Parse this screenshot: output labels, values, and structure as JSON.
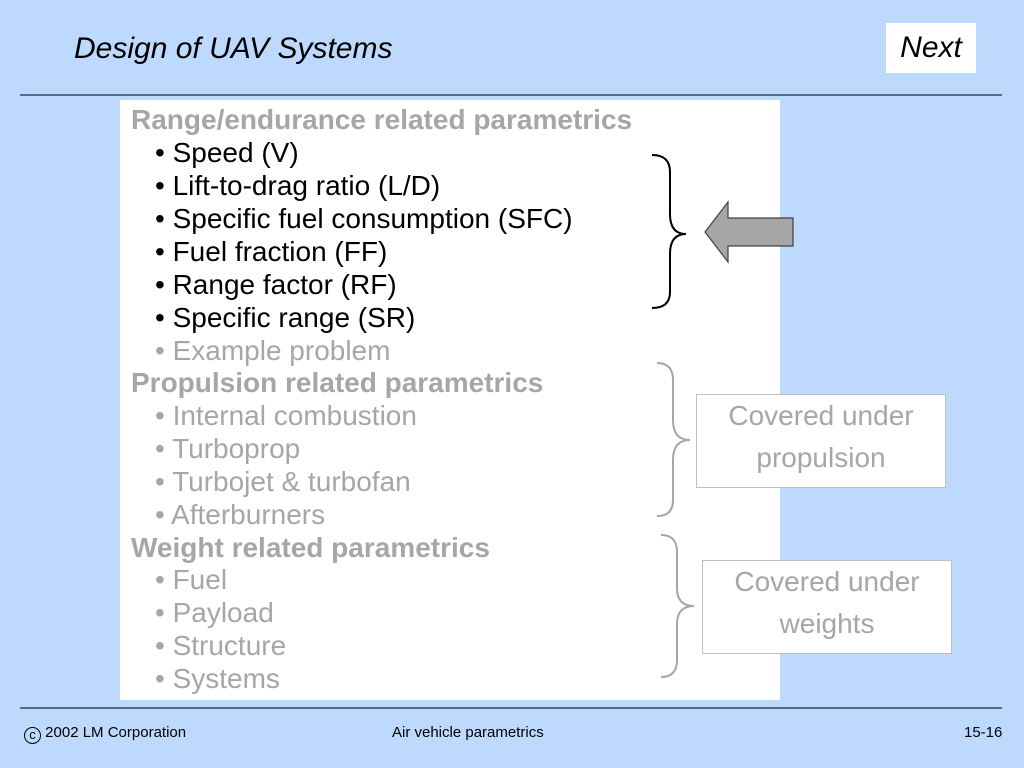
{
  "header": {
    "title": "Design of UAV Systems",
    "next_label": "Next"
  },
  "sections": [
    {
      "heading": "Range/endurance related parametrics",
      "items": [
        "• Speed (V)",
        "• Lift-to-drag ratio (L/D)",
        "• Specific fuel consumption (SFC)",
        "• Fuel fraction (FF)",
        "• Range factor (RF)",
        "• Specific range (SR)",
        "• Example problem"
      ]
    },
    {
      "heading": "Propulsion related parametrics",
      "items": [
        "• Internal combustion",
        "• Turboprop",
        "• Turbojet & turbofan",
        "• Afterburners"
      ]
    },
    {
      "heading": "Weight related parametrics",
      "items": [
        "• Fuel",
        "• Payload",
        "• Structure",
        "• Systems"
      ]
    }
  ],
  "callouts": {
    "propulsion": [
      "Covered under",
      "propulsion"
    ],
    "weights": [
      "Covered under",
      "weights"
    ]
  },
  "icons": {
    "pointer": "left-arrow-icon",
    "grouping": "curly-brace-icon"
  },
  "footer": {
    "copyright": "2002 LM Corporation",
    "copyright_symbol": "c",
    "center": "Air vehicle parametrics",
    "page": "15-16"
  }
}
